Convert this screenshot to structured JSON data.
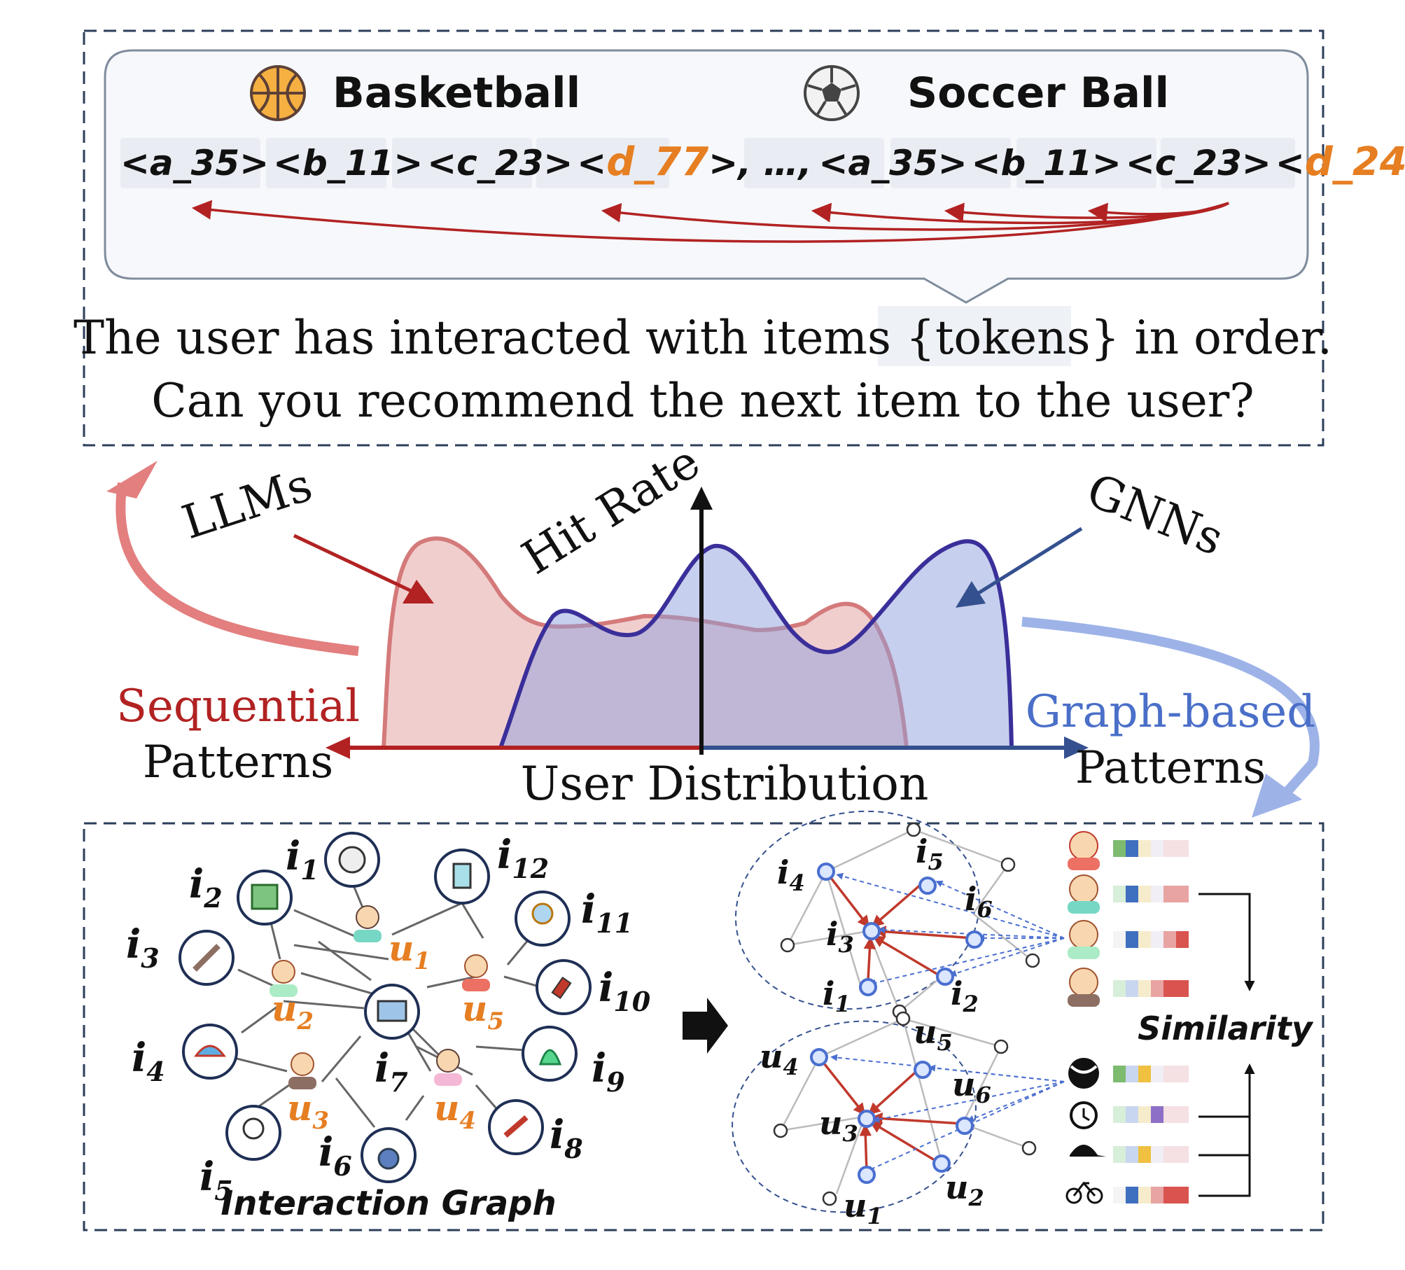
{
  "top_panel": {
    "item_a_name": "Basketball",
    "item_b_name": "Soccer Ball",
    "tokens_a": [
      "<a_35>",
      "<b_11>",
      "<c_23>",
      "<",
      "d_77",
      ">"
    ],
    "separator": ", …,",
    "tokens_b": [
      "<a_35>",
      "<b_11>",
      "<c_23>",
      "<",
      "d_24",
      ">"
    ],
    "prompt_line1_pre": "The user has interacted with items ",
    "prompt_placeholder": "{tokens}",
    "prompt_line1_post": " in order.",
    "prompt_line2": "Can you recommend the next item to the user?"
  },
  "middle_panel": {
    "llms_label": "LLMs",
    "gnns_label": "GNNs",
    "y_axis_label": "Hit Rate",
    "x_axis_label": "User Distribution",
    "left_label_1": "Sequential",
    "left_label_2": "Patterns",
    "right_label_1": "Graph-based",
    "right_label_2": "Patterns",
    "colors": {
      "llm": "#c0392b",
      "gnn": "#3a3a9a",
      "accent_orange": "#e67e22"
    }
  },
  "bottom_panel": {
    "graph_title": "Interaction Graph",
    "similarity_label": "Similarity",
    "items": [
      {
        "base": "i",
        "sub": "1"
      },
      {
        "base": "i",
        "sub": "2"
      },
      {
        "base": "i",
        "sub": "3"
      },
      {
        "base": "i",
        "sub": "4"
      },
      {
        "base": "i",
        "sub": "5"
      },
      {
        "base": "i",
        "sub": "6"
      },
      {
        "base": "i",
        "sub": "7"
      },
      {
        "base": "i",
        "sub": "8"
      },
      {
        "base": "i",
        "sub": "9"
      },
      {
        "base": "i",
        "sub": "10"
      },
      {
        "base": "i",
        "sub": "11"
      },
      {
        "base": "i",
        "sub": "12"
      }
    ],
    "users": [
      {
        "base": "u",
        "sub": "1"
      },
      {
        "base": "u",
        "sub": "2"
      },
      {
        "base": "u",
        "sub": "3"
      },
      {
        "base": "u",
        "sub": "4"
      },
      {
        "base": "u",
        "sub": "5"
      }
    ],
    "item_graph_labels": [
      {
        "base": "i",
        "sub": "4"
      },
      {
        "base": "i",
        "sub": "5"
      },
      {
        "base": "i",
        "sub": "6"
      },
      {
        "base": "i",
        "sub": "3"
      },
      {
        "base": "i",
        "sub": "1"
      },
      {
        "base": "i",
        "sub": "2"
      }
    ],
    "user_graph_labels": [
      {
        "base": "u",
        "sub": "4"
      },
      {
        "base": "u",
        "sub": "5"
      },
      {
        "base": "u",
        "sub": "6"
      },
      {
        "base": "u",
        "sub": "3"
      },
      {
        "base": "u",
        "sub": "1"
      },
      {
        "base": "u",
        "sub": "2"
      }
    ]
  }
}
